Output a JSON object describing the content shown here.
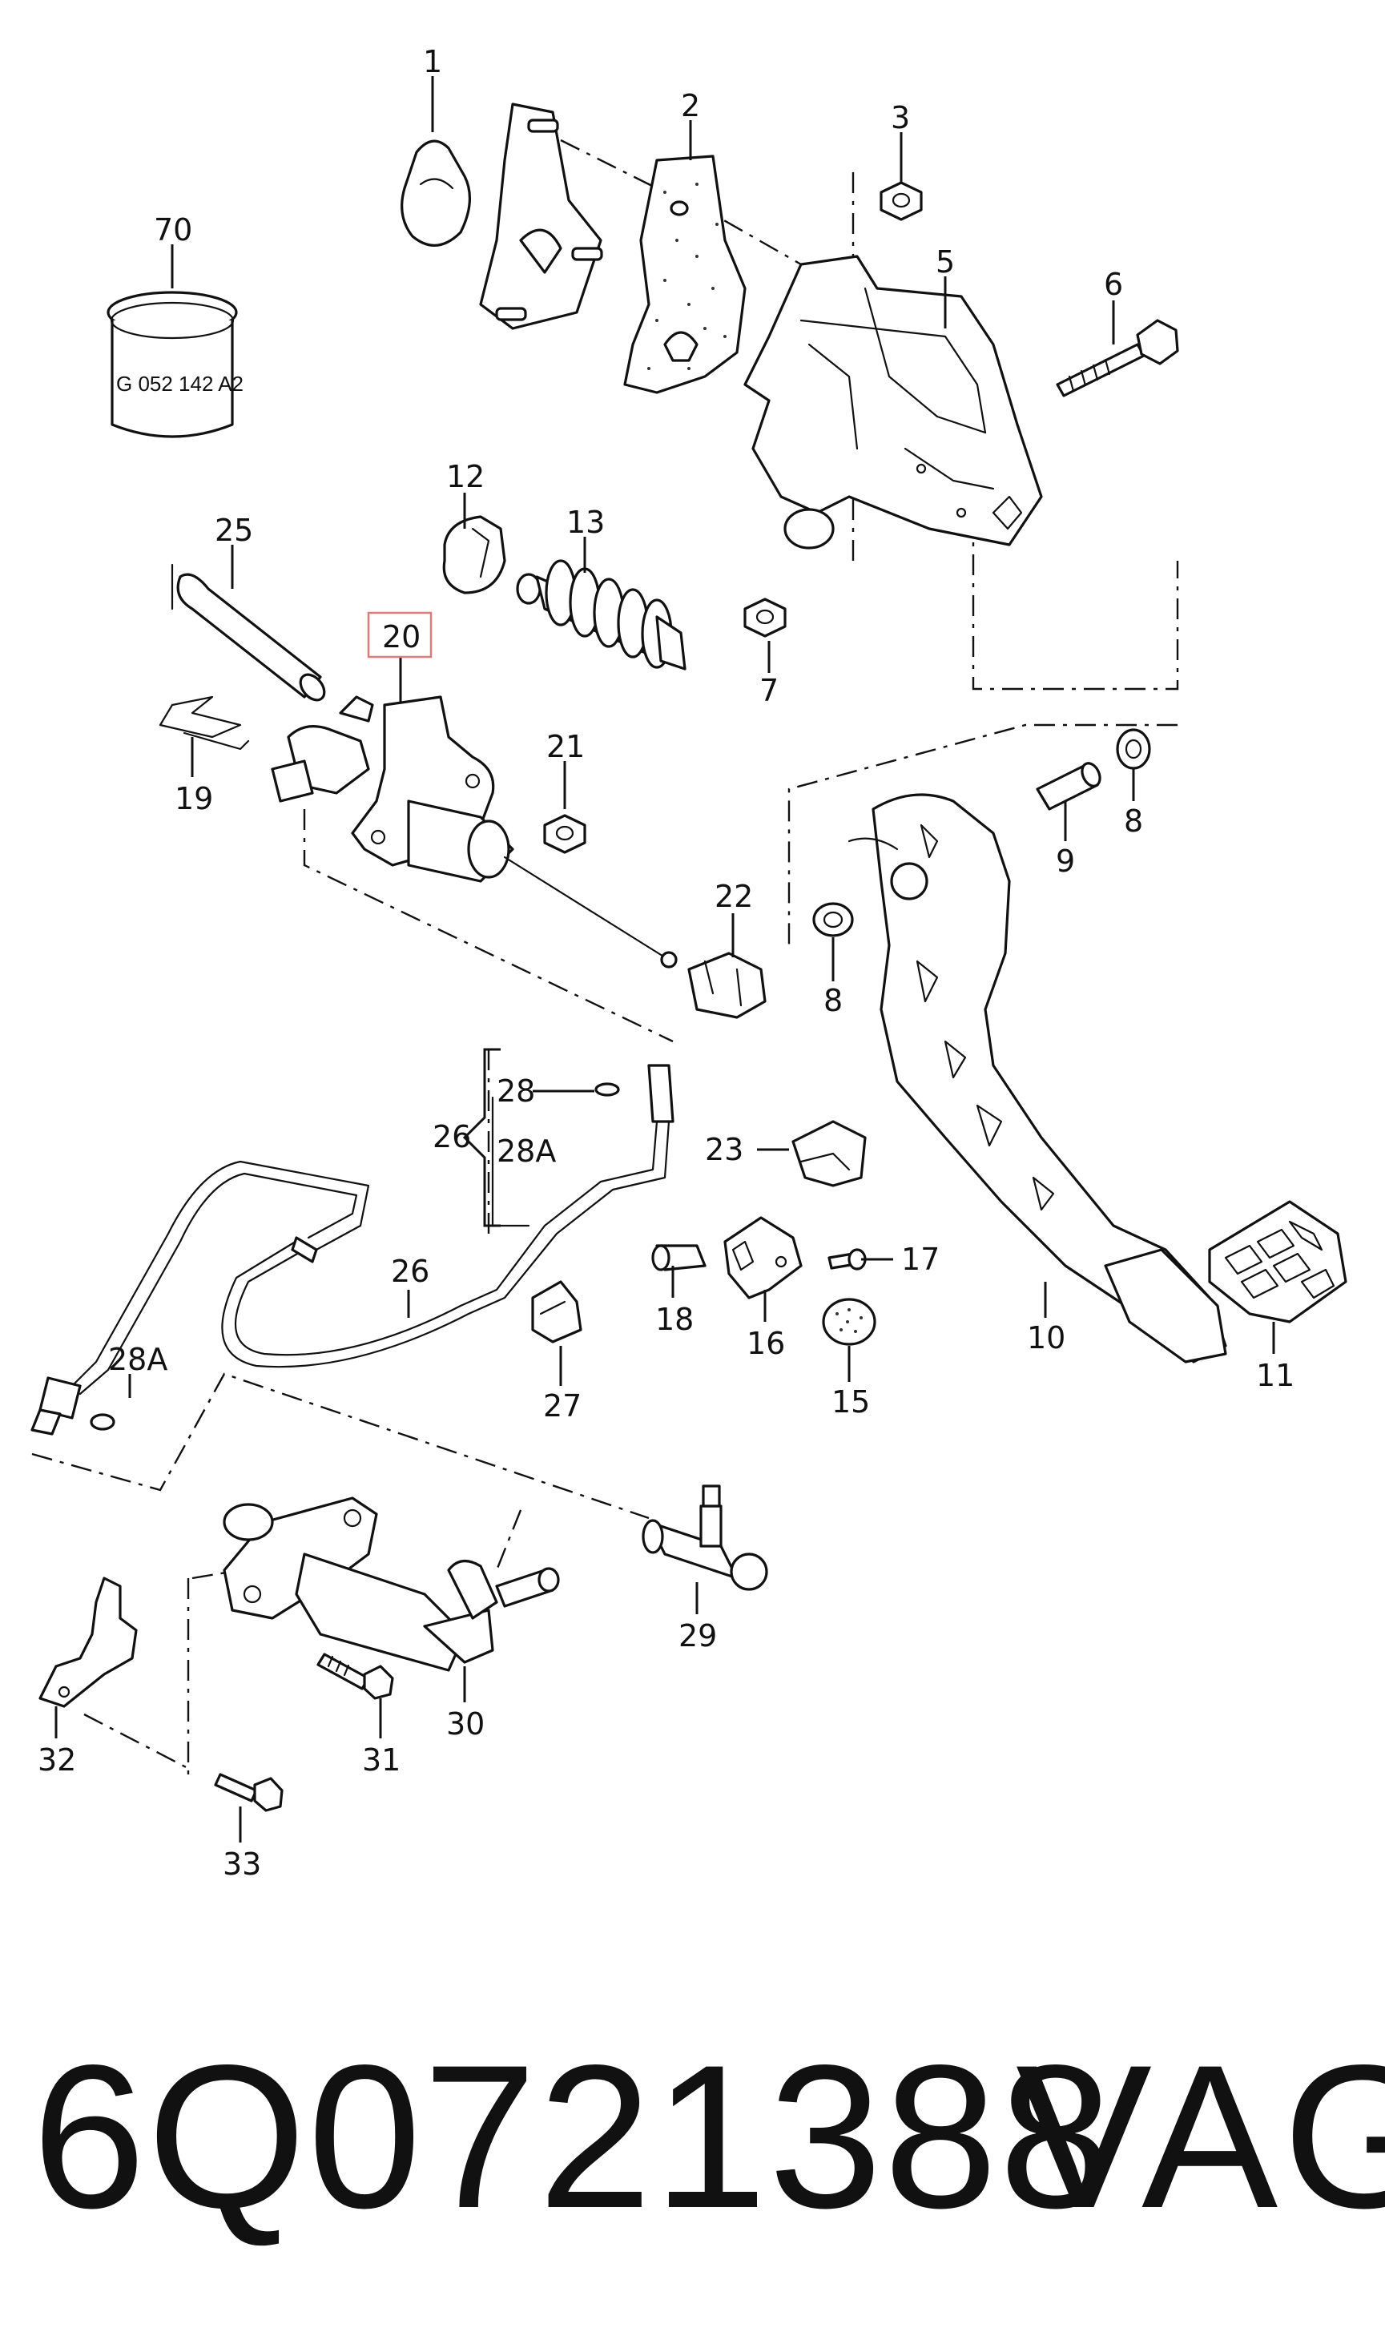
{
  "callouts": [
    {
      "id": "1",
      "label": "1"
    },
    {
      "id": "2",
      "label": "2"
    },
    {
      "id": "3",
      "label": "3"
    },
    {
      "id": "5",
      "label": "5"
    },
    {
      "id": "6",
      "label": "6"
    },
    {
      "id": "70",
      "label": "70"
    },
    {
      "id": "12",
      "label": "12"
    },
    {
      "id": "13",
      "label": "13"
    },
    {
      "id": "25",
      "label": "25"
    },
    {
      "id": "20",
      "label": "20",
      "highlighted": true
    },
    {
      "id": "7",
      "label": "7"
    },
    {
      "id": "21",
      "label": "21"
    },
    {
      "id": "19",
      "label": "19"
    },
    {
      "id": "9",
      "label": "9"
    },
    {
      "id": "8a",
      "label": "8"
    },
    {
      "id": "22",
      "label": "22"
    },
    {
      "id": "8b",
      "label": "8"
    },
    {
      "id": "28",
      "label": "28"
    },
    {
      "id": "26a",
      "label": "26"
    },
    {
      "id": "28Aa",
      "label": "28A"
    },
    {
      "id": "23",
      "label": "23"
    },
    {
      "id": "26b",
      "label": "26"
    },
    {
      "id": "17",
      "label": "17"
    },
    {
      "id": "18",
      "label": "18"
    },
    {
      "id": "16",
      "label": "16"
    },
    {
      "id": "10",
      "label": "10"
    },
    {
      "id": "11",
      "label": "11"
    },
    {
      "id": "28Ab",
      "label": "28A"
    },
    {
      "id": "27",
      "label": "27"
    },
    {
      "id": "15",
      "label": "15"
    },
    {
      "id": "29",
      "label": "29"
    },
    {
      "id": "30",
      "label": "30"
    },
    {
      "id": "31",
      "label": "31"
    },
    {
      "id": "32",
      "label": "32"
    },
    {
      "id": "33",
      "label": "33"
    }
  ],
  "part_marking": "G 052 142 A2",
  "highlight_color": "#e07a7a",
  "footer": {
    "part_number": "6Q0721388",
    "brand": "VAG"
  }
}
